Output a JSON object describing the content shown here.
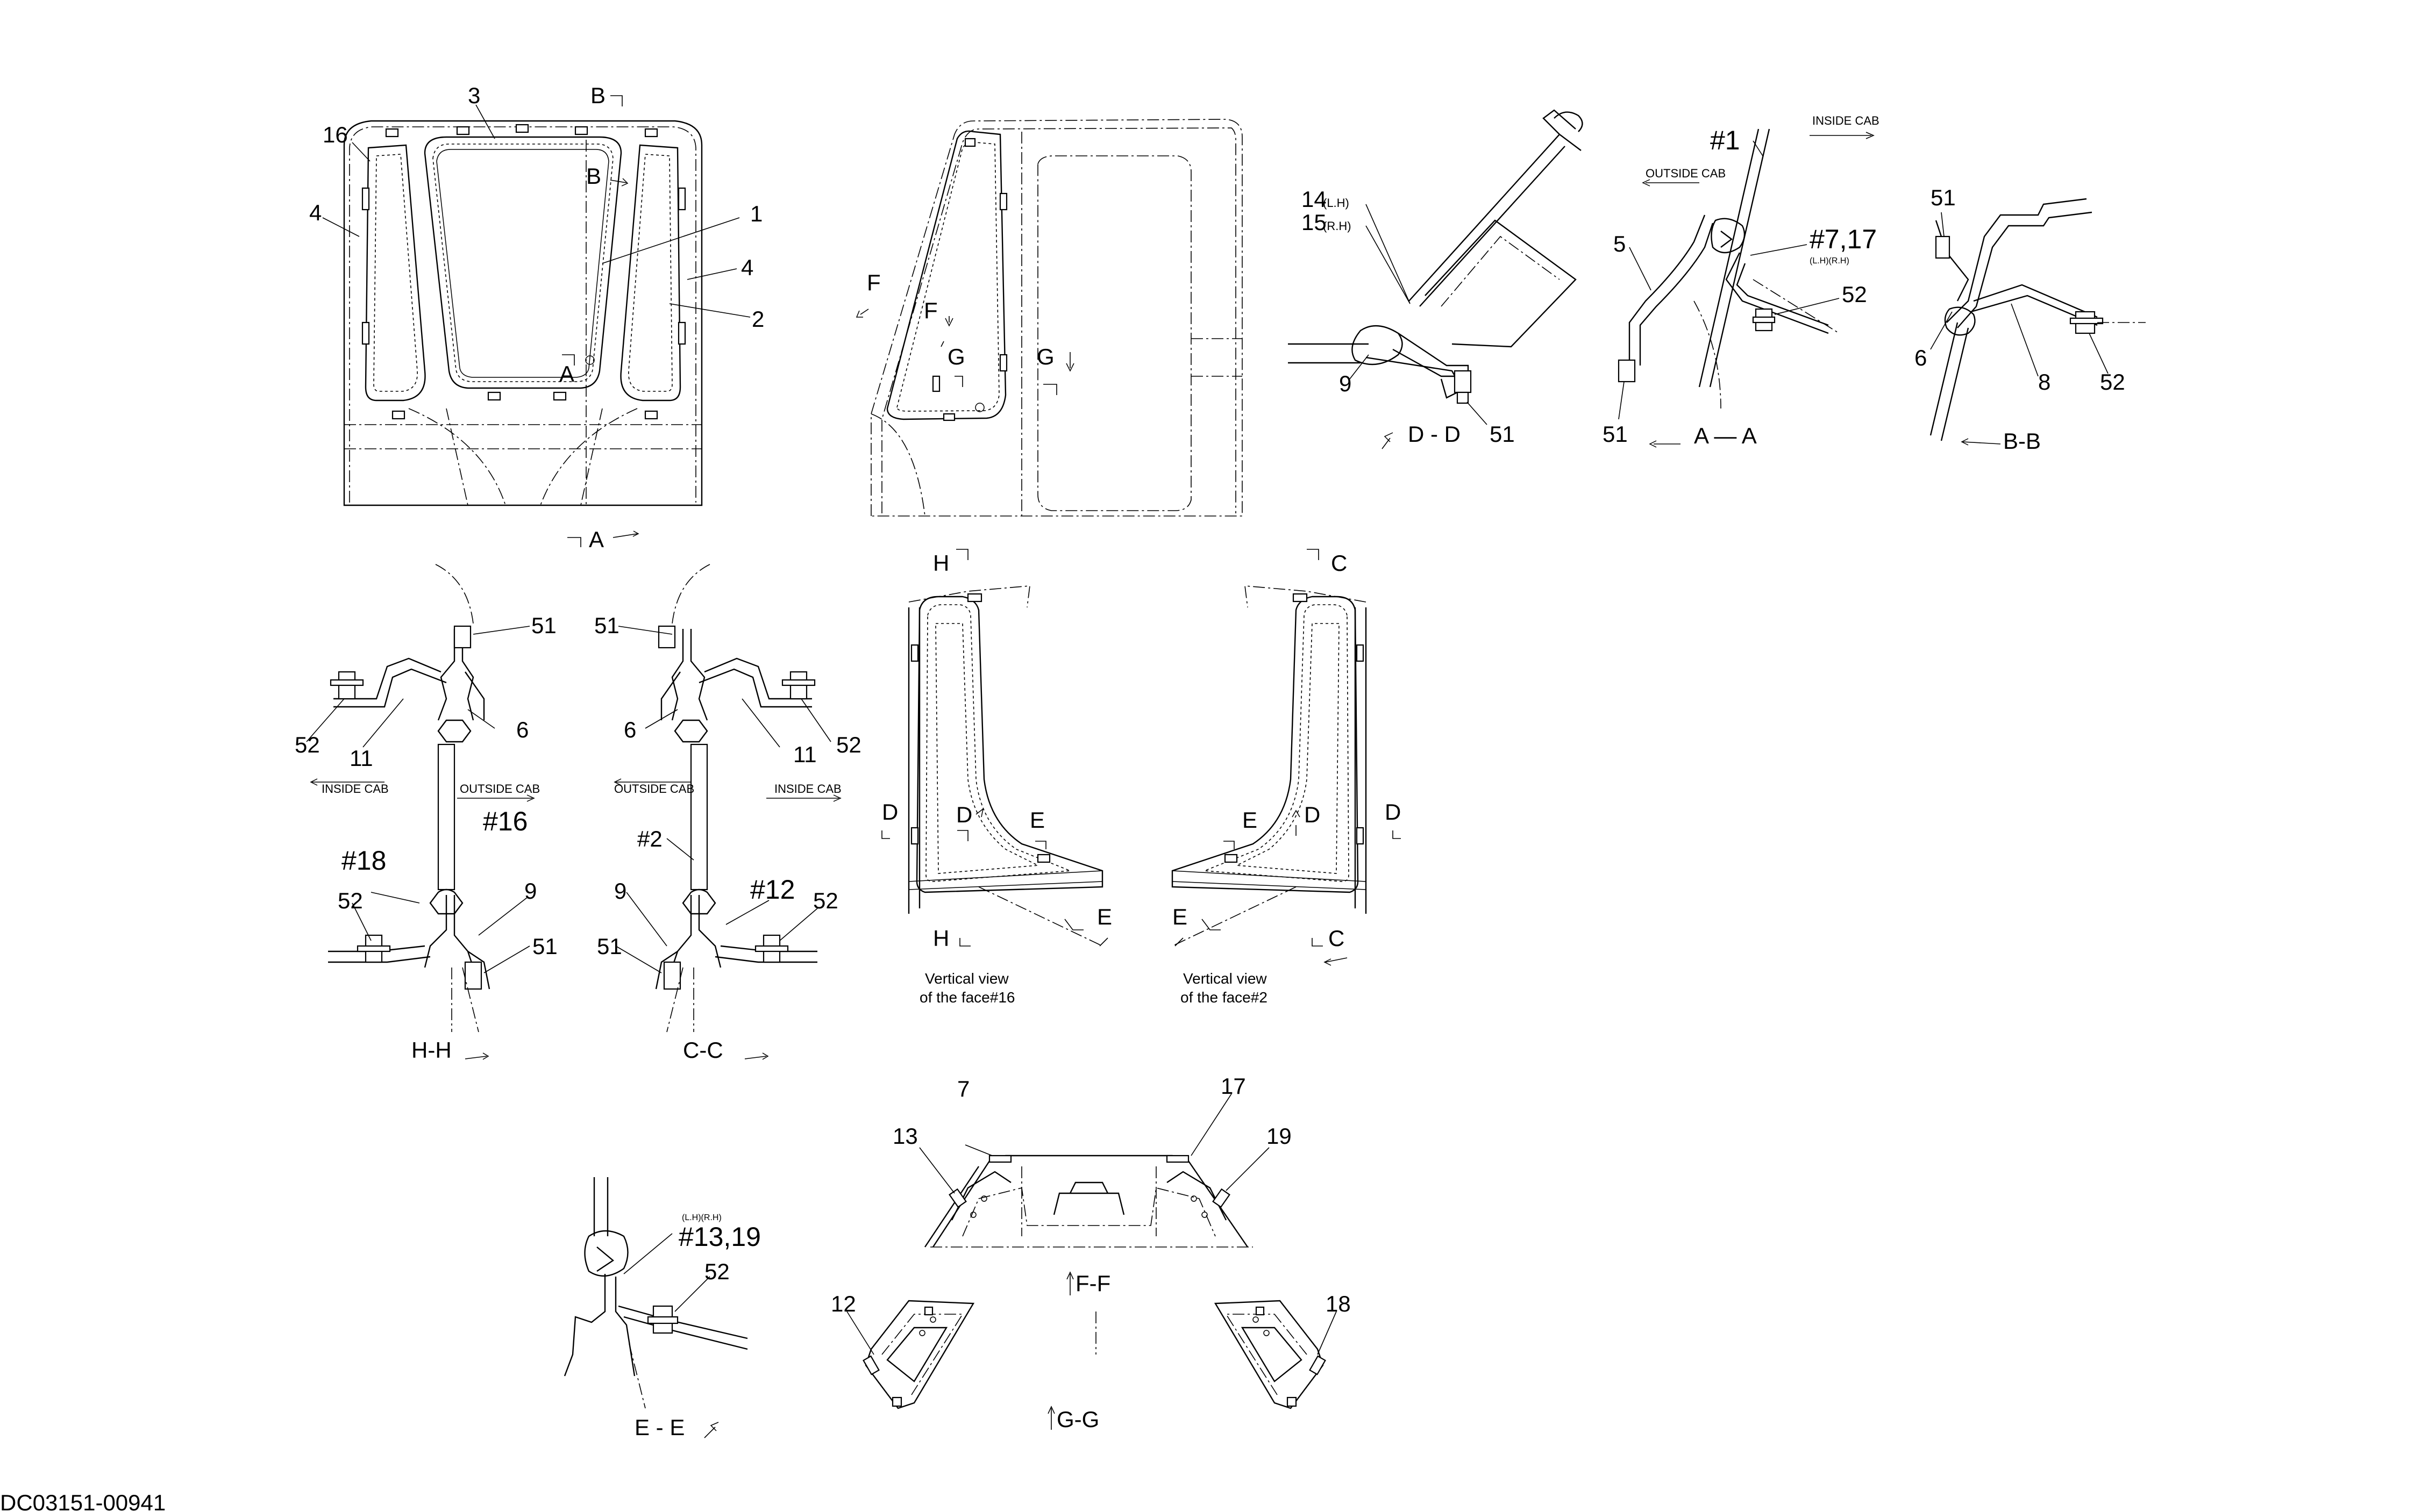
{
  "drawing_id": "DC03151-00941",
  "labels": {
    "n1": "1",
    "n2": "2",
    "n3": "3",
    "n4": "4",
    "n5": "5",
    "n6": "6",
    "n7": "7",
    "n8": "8",
    "n9": "9",
    "n11": "11",
    "n12": "12",
    "n13": "13",
    "n14": "14",
    "n15": "15",
    "n16": "16",
    "n17": "17",
    "n18": "18",
    "n19": "19",
    "n51": "51",
    "n52": "52",
    "h1": "#1",
    "h2": "#2",
    "h7_17": "#7,17",
    "h12": "#12",
    "h13_19": "#13,19",
    "h16": "#16",
    "h18": "#18",
    "lh": "(L.H)",
    "rh": "(R.H)",
    "lhrh": "(L.H)(R.H)",
    "lhrh2": "(L.H)(R.H)",
    "inside_cab": "INSIDE CAB",
    "outside_cab": "OUTSIDE CAB",
    "A": "A",
    "B": "B",
    "C": "C",
    "D": "D",
    "E": "E",
    "F": "F",
    "G": "G",
    "H": "H"
  },
  "sections": {
    "aa": "A — A",
    "bb": "B-B",
    "cc": "C-C",
    "dd": "D - D",
    "ee": "E - E",
    "ff": "F-F",
    "gg": "G-G",
    "hh": "H-H"
  },
  "captions": {
    "face16_l1": "Vertical view",
    "face16_l2": "of the face#16",
    "face2_l1": "Vertical view",
    "face2_l2": "of the face#2"
  }
}
